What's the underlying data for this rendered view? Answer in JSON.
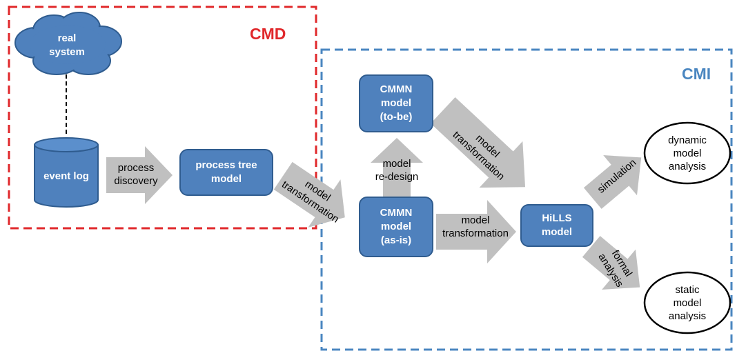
{
  "areas": {
    "cmd": {
      "label": "CMD",
      "color": "#e0282b"
    },
    "cmi": {
      "label": "CMI",
      "color": "#4a86c0"
    }
  },
  "nodes": {
    "real_system": "real\nsystem",
    "event_log": "event log",
    "process_tree": "process tree\nmodel",
    "cmmn_tobe": "CMMN\nmodel\n(to-be)",
    "cmmn_asis": "CMMN\nmodel\n(as-is)",
    "hills": "HiLLS\nmodel",
    "dynamic": "dynamic\nmodel\nanalysis",
    "static": "static\nmodel\nanalysis"
  },
  "arrows": {
    "process_discovery": "process\ndiscovery",
    "model_transformation_1": "model\ntransformation",
    "model_redesign": "model\nre-design",
    "model_transformation_2": "model\ntransformation",
    "model_transformation_3": "model\ntransformation",
    "simulation": "simulation",
    "formal_analysis": "formal\nanalysis"
  },
  "colors": {
    "node_fill": "#4f81bd",
    "node_border": "#2f5c8f",
    "arrow_fill": "#c0c0c0"
  }
}
